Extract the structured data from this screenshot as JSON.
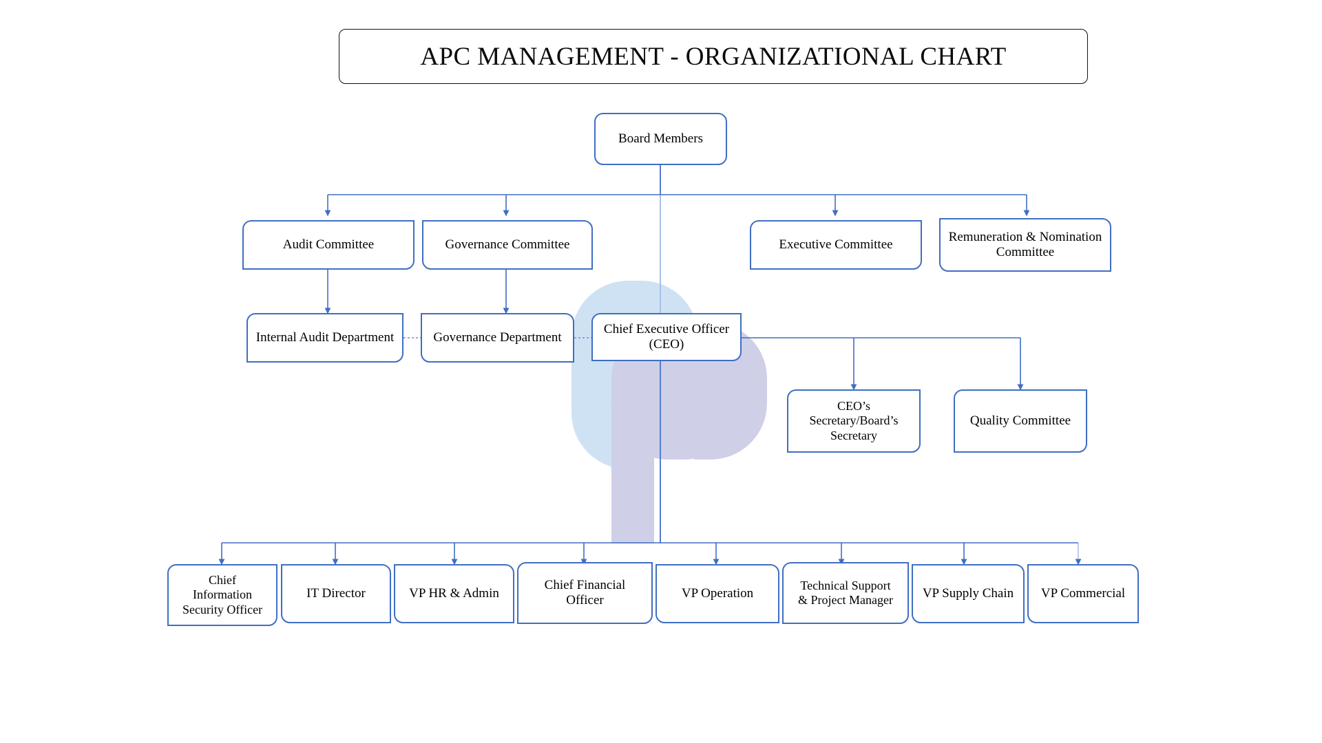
{
  "page": {
    "title": "APC MANAGEMENT - ORGANIZATIONAL CHART",
    "background_color": "#ffffff",
    "box_border_color": "#3f6ec2",
    "connector_color": "#3f6ec2",
    "center_line_color": "#a8c0e8",
    "title_border_color": "#111111",
    "watermark": {
      "name": "ap-monogram-watermark",
      "colors": [
        "#cfe2f3",
        "#cfcfe8"
      ]
    }
  },
  "nodes": {
    "board_members": {
      "label": "Board Members"
    },
    "audit_committee": {
      "label": "Audit Committee"
    },
    "governance_committee": {
      "label": "Governance Committee"
    },
    "executive_committee": {
      "label": "Executive Committee"
    },
    "remuneration_committee": {
      "label": "Remuneration & Nomination\nCommittee"
    },
    "internal_audit_department": {
      "label": "Internal Audit Department"
    },
    "governance_department": {
      "label": "Governance Department"
    },
    "ceo": {
      "label": "Chief Executive Officer\n(CEO)"
    },
    "ceo_secretary": {
      "label": "CEO’s\nSecretary/Board’s\nSecretary"
    },
    "quality_committee": {
      "label": "Quality Committee"
    },
    "ciso": {
      "label": "Chief\nInformation\nSecurity Officer"
    },
    "it_director": {
      "label": "IT Director"
    },
    "vp_hr_admin": {
      "label": "VP HR & Admin"
    },
    "cfo": {
      "label": "Chief Financial\nOfficer"
    },
    "vp_operation": {
      "label": "VP Operation"
    },
    "technical_support": {
      "label": "Technical Support\n& Project Manager"
    },
    "vp_supply_chain": {
      "label": "VP Supply Chain"
    },
    "vp_commercial": {
      "label": "VP Commercial"
    }
  },
  "chart_data": {
    "type": "diagram",
    "diagram_kind": "organizational-chart",
    "title": "APC MANAGEMENT - ORGANIZATIONAL CHART",
    "levels": [
      {
        "level": 1,
        "nodes": [
          "Board Members"
        ]
      },
      {
        "level": 2,
        "nodes": [
          "Audit Committee",
          "Governance Committee",
          "Executive Committee",
          "Remuneration & Nomination Committee"
        ]
      },
      {
        "level": 3,
        "nodes": [
          "Internal Audit Department",
          "Governance Department",
          "Chief Executive Officer (CEO)"
        ]
      },
      {
        "level": 4,
        "nodes": [
          "CEO’s Secretary/Board’s Secretary",
          "Quality Committee"
        ]
      },
      {
        "level": 5,
        "nodes": [
          "Chief Information Security Officer",
          "IT Director",
          "VP HR & Admin",
          "Chief Financial Officer",
          "VP Operation",
          "Technical Support & Project Manager",
          "VP Supply Chain",
          "VP Commercial"
        ]
      }
    ],
    "edges": [
      {
        "from": "Board Members",
        "to": "Audit Committee",
        "style": "solid-arrow"
      },
      {
        "from": "Board Members",
        "to": "Governance Committee",
        "style": "solid-arrow"
      },
      {
        "from": "Board Members",
        "to": "Executive Committee",
        "style": "solid-arrow"
      },
      {
        "from": "Board Members",
        "to": "Remuneration & Nomination Committee",
        "style": "solid-arrow"
      },
      {
        "from": "Audit Committee",
        "to": "Internal Audit Department",
        "style": "solid-arrow"
      },
      {
        "from": "Governance Committee",
        "to": "Governance Department",
        "style": "solid-arrow"
      },
      {
        "from": "Internal Audit Department",
        "to": "Governance Department",
        "style": "dotted"
      },
      {
        "from": "Governance Department",
        "to": "Chief Executive Officer (CEO)",
        "style": "dotted"
      },
      {
        "from": "Chief Executive Officer (CEO)",
        "to": "CEO’s Secretary/Board’s Secretary",
        "style": "solid-arrow"
      },
      {
        "from": "Chief Executive Officer (CEO)",
        "to": "Quality Committee",
        "style": "solid-arrow"
      },
      {
        "from": "Chief Executive Officer (CEO)",
        "to": "Chief Information Security Officer",
        "style": "solid-arrow"
      },
      {
        "from": "Chief Executive Officer (CEO)",
        "to": "IT Director",
        "style": "solid-arrow"
      },
      {
        "from": "Chief Executive Officer (CEO)",
        "to": "VP HR & Admin",
        "style": "solid-arrow"
      },
      {
        "from": "Chief Executive Officer (CEO)",
        "to": "Chief Financial Officer",
        "style": "solid-arrow"
      },
      {
        "from": "Chief Executive Officer (CEO)",
        "to": "VP Operation",
        "style": "solid-arrow"
      },
      {
        "from": "Chief Executive Officer (CEO)",
        "to": "Technical Support & Project Manager",
        "style": "solid-arrow"
      },
      {
        "from": "Chief Executive Officer (CEO)",
        "to": "VP Supply Chain",
        "style": "solid-arrow"
      },
      {
        "from": "Chief Executive Officer (CEO)",
        "to": "VP Commercial",
        "style": "solid-arrow"
      }
    ]
  }
}
